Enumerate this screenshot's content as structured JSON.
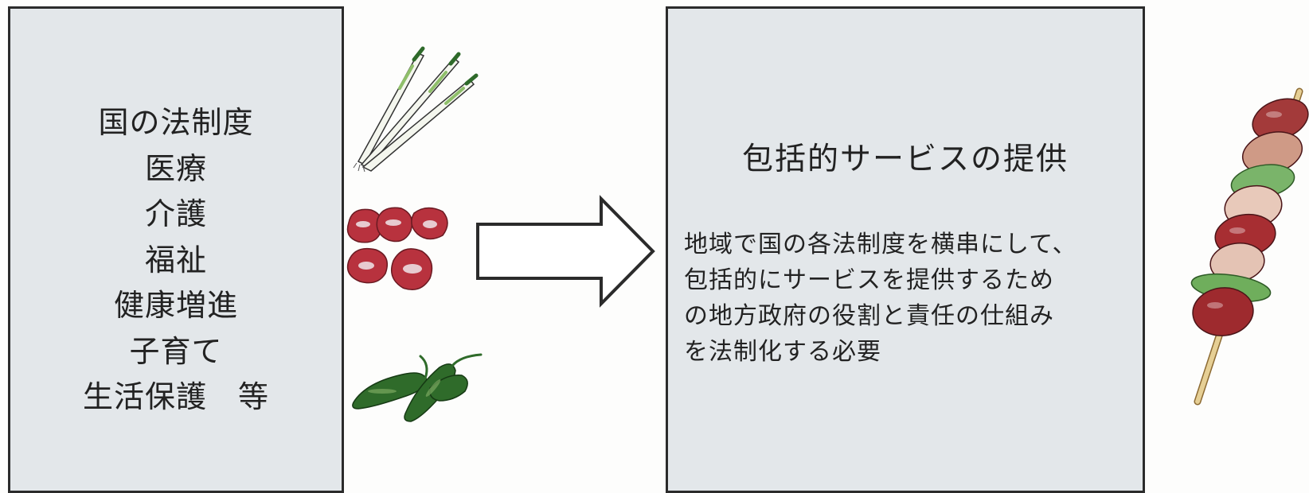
{
  "left_panel": {
    "items": [
      "国の法制度",
      "医療",
      "介護",
      "福祉",
      "健康増進",
      "子育て",
      "生活保護　等"
    ]
  },
  "right_panel": {
    "title": "包括的サービスの提供",
    "body_lines": [
      "地域で国の各法制度を横串にして、",
      "包括的にサービスを提供するため",
      "の地方政府の役割と責任の仕組み",
      "を法制化する必要"
    ]
  },
  "illustrations": [
    "green-onion-icon",
    "meat-chunks-icon",
    "green-pepper-icon",
    "yakitori-skewer-icon"
  ],
  "colors": {
    "box_fill": "#e3e7ea",
    "box_border": "#2b2b2b",
    "meat": "#b8323e",
    "pepper": "#2f6b2a"
  }
}
